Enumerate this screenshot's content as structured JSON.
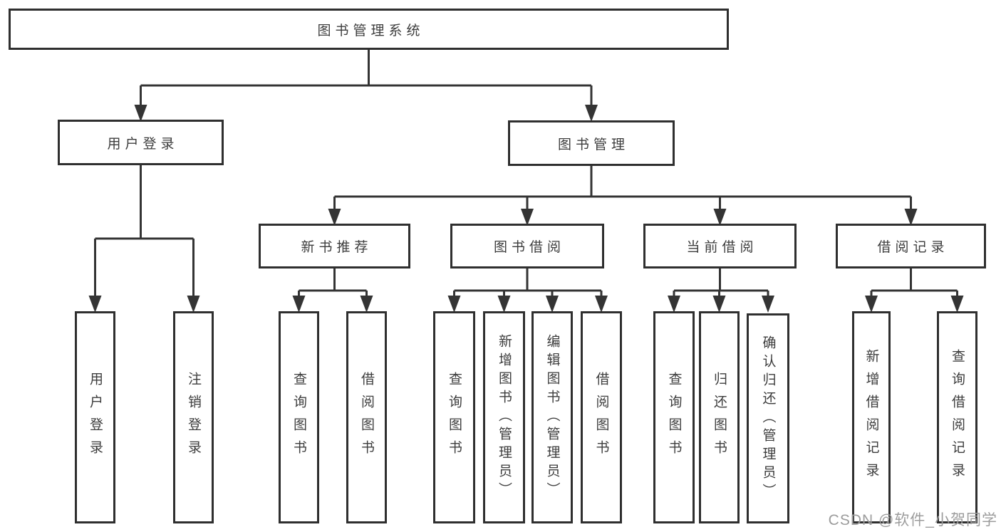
{
  "diagram": {
    "title": "图书管理系统",
    "branches": [
      {
        "label": "用户登录",
        "children": [
          "用户登录",
          "注销登录"
        ]
      },
      {
        "label": "图书管理",
        "children": [
          {
            "label": "新书推荐",
            "children": [
              "查询图书",
              "借阅图书"
            ]
          },
          {
            "label": "图书借阅",
            "children": [
              "查询图书",
              "新增图书（管理员）",
              "编辑图书（管理员）",
              "借阅图书"
            ]
          },
          {
            "label": "当前借阅",
            "children": [
              "查询图书",
              "归还图书",
              "确认归还（管理员）"
            ]
          },
          {
            "label": "借阅记录",
            "children": [
              "新增借阅记录",
              "查询借阅记录"
            ]
          }
        ]
      }
    ]
  },
  "watermark": {
    "text": "CSDN @软件_小贺同学"
  },
  "colors": {
    "line": "#343434",
    "border": "#2f2f2f",
    "text": "#3d3d3d",
    "background": "#ffffff",
    "watermark": "#9c9c9c"
  }
}
